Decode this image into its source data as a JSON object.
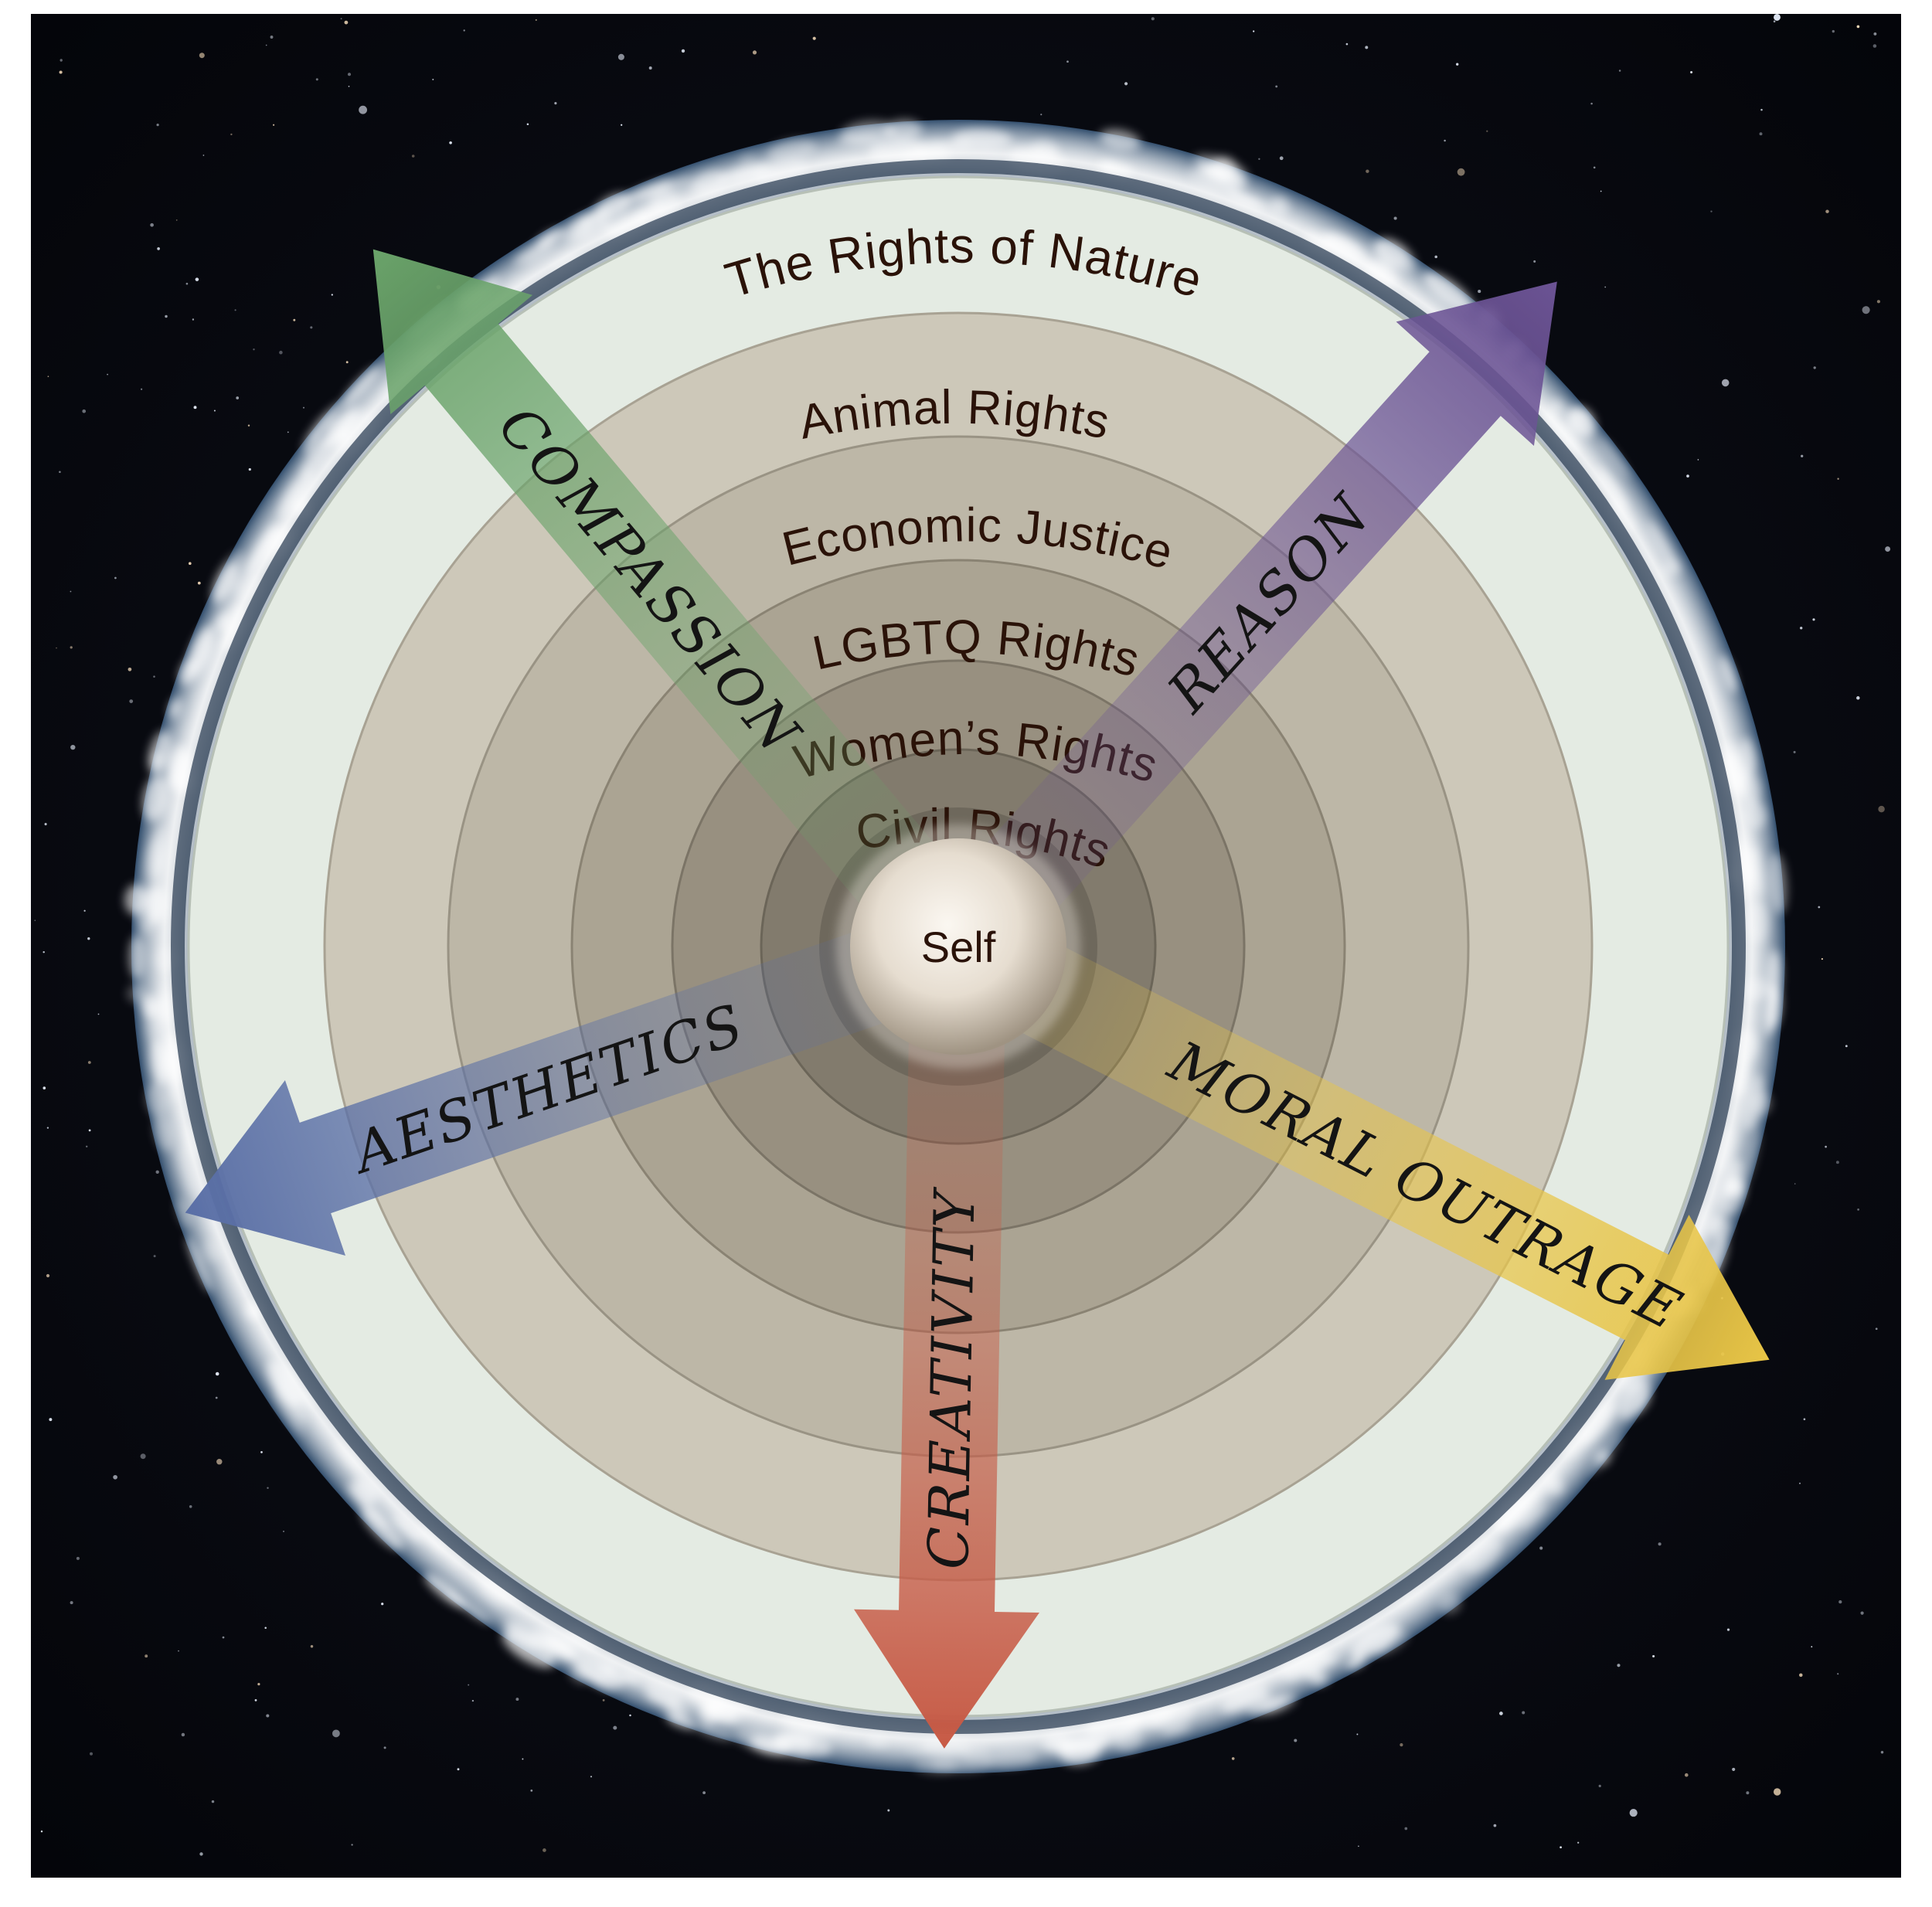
{
  "outer_ring": {
    "label": "The Rights of Nature"
  },
  "rings": [
    {
      "label": "Animal Rights"
    },
    {
      "label": "Economic Justice"
    },
    {
      "label": "LGBTQ Rights"
    },
    {
      "label": "Women’s Rights"
    },
    {
      "label": "Civil Rights"
    }
  ],
  "center": {
    "label": "Self"
  },
  "arrows": [
    {
      "label": "COMPASSION",
      "color": "#6aa36a"
    },
    {
      "label": "REASON",
      "color": "#6b5394"
    },
    {
      "label": "MORAL OUTRAGE",
      "color": "#e8c547"
    },
    {
      "label": "CREATIVITY",
      "color": "#c75a45"
    },
    {
      "label": "AESTHETICS",
      "color": "#5a6fa6"
    }
  ],
  "colors": {
    "space": "#07090f",
    "earth_ocean": "#2f4a6b",
    "outer_band": "#e4ebe3",
    "ring_light": "#cbc6b7",
    "ring_dark": "#6e685c"
  }
}
